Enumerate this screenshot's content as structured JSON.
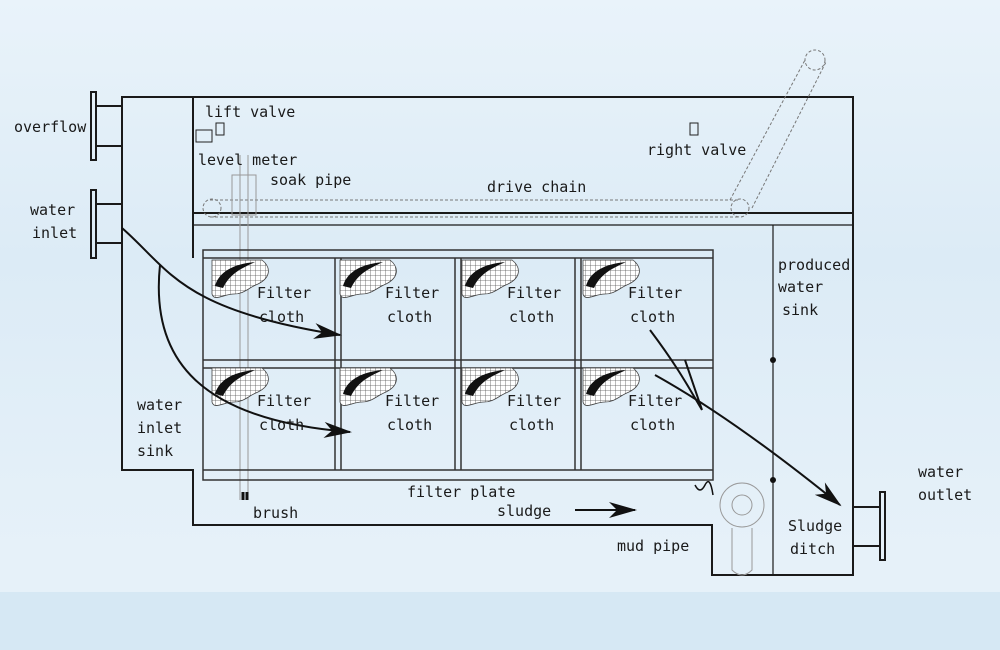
{
  "labels": {
    "overflow": "overflow",
    "water_inlet_1": "water",
    "water_inlet_2": "inlet",
    "lift_valve": "lift valve",
    "level_meter": "level meter",
    "soak_pipe": "soak pipe",
    "drive_chain": "drive chain",
    "right_valve": "right valve",
    "produced_1": "produced",
    "produced_2": "water",
    "produced_3": "sink",
    "inlet_sink_1": "water",
    "inlet_sink_2": "inlet",
    "inlet_sink_3": "sink",
    "filter_1": "Filter",
    "filter_2": "cloth",
    "filter_plate": "filter plate",
    "sludge": "sludge",
    "brush": "brush",
    "mud_pipe": "mud pipe",
    "sludge_ditch_1": "Sludge",
    "sludge_ditch_2": "ditch",
    "water_outlet_1": "water",
    "water_outlet_2": "outlet"
  },
  "colors": {
    "line": "#1a1a1a",
    "background": "#e3eff8"
  }
}
